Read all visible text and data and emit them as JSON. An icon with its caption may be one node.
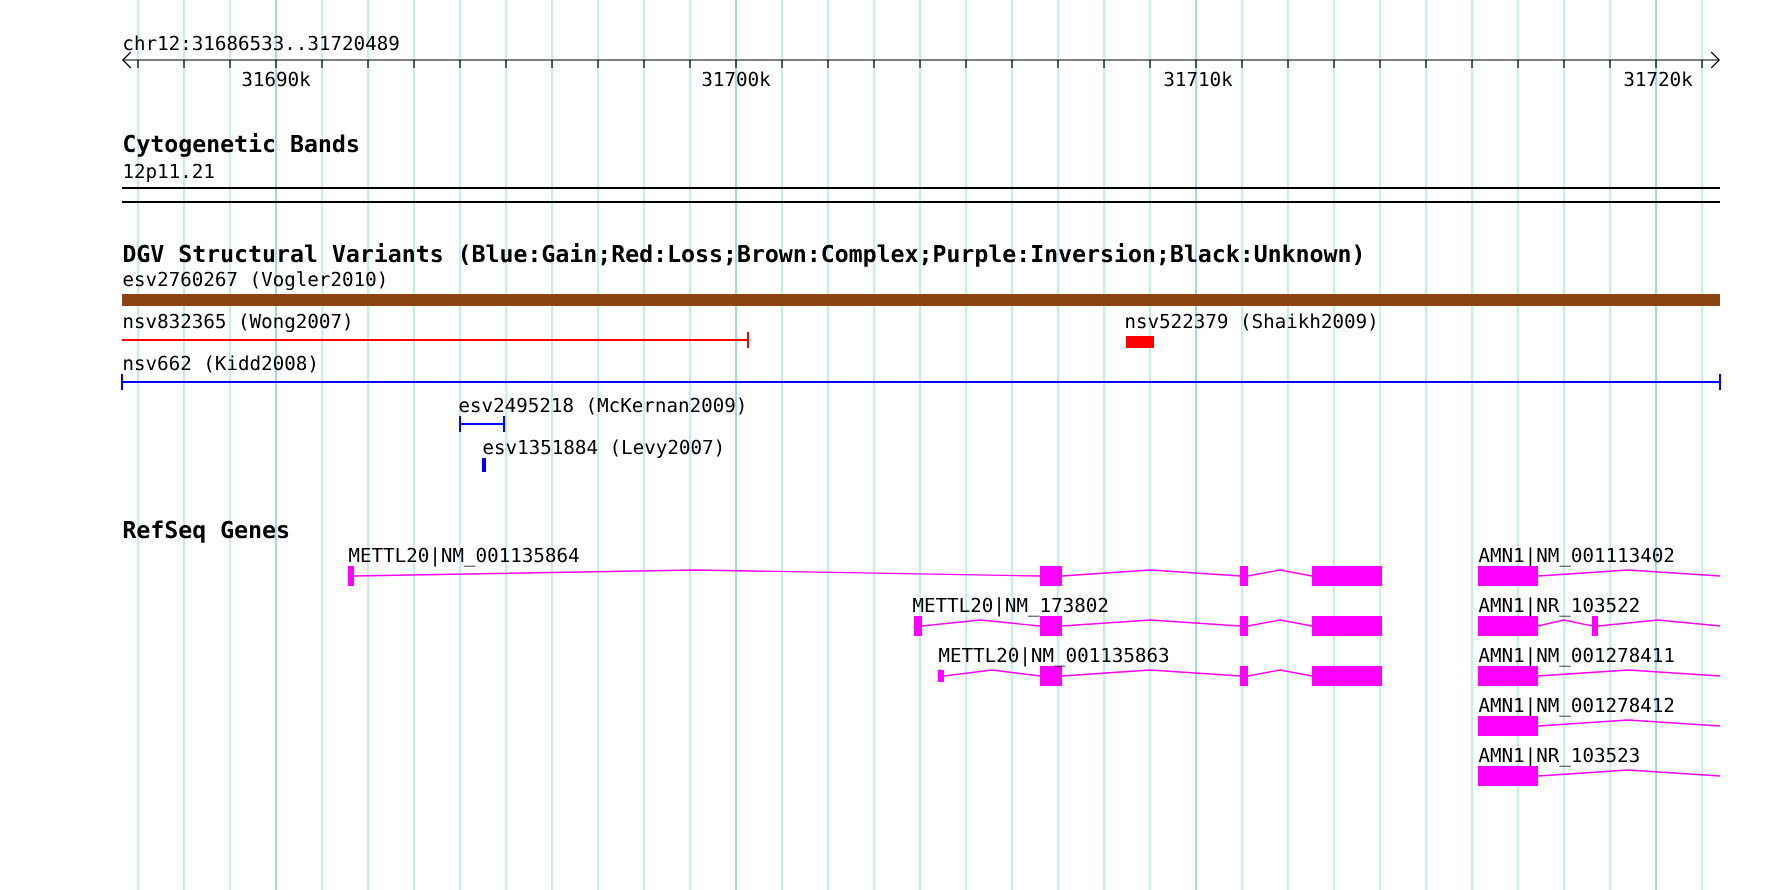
{
  "diagram": {
    "labels": [
      "chr12:31686533..31720489",
      "31690k",
      "31700k",
      "31710k",
      "31720k",
      "Cytogenetic Bands",
      "12p11.21",
      "DGV Structural Variants (Blue:Gain;Red:Loss;Brown:Complex;Purple:Inversion;Black:Unknown)",
      "esv2760267 (Vogler2010)",
      "nsv832365 (Wong2007)",
      "nsv522379 (Shaikh2009)",
      "nsv662 (Kidd2008)",
      "esv2495218 (McKernan2009)",
      "esv1351884 (Levy2007)",
      "RefSeq Genes",
      "METTL20|NM_001135864",
      "AMN1|NM_001113402",
      "METTL20|NM_173802",
      "AMN1|NR_103522",
      "METTL20|NM_001135863",
      "AMN1|NM_001278411",
      "AMN1|NM_001278412",
      "AMN1|NR_103523"
    ]
  }
}
